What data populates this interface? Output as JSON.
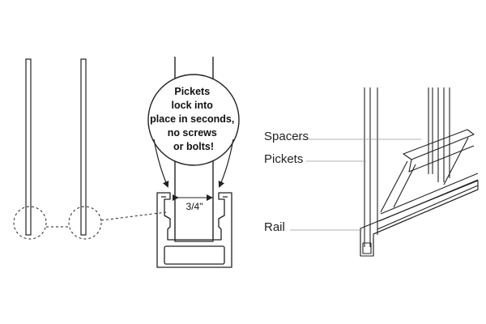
{
  "callout": {
    "lines": [
      "Pickets",
      "lock into",
      "place in seconds,",
      "no screws",
      "or bolts!"
    ]
  },
  "dimension": {
    "label": "3/4\""
  },
  "labels": {
    "spacers": "Spacers",
    "pickets": "Pickets",
    "rail": "Rail"
  },
  "colors": {
    "line": "#222222",
    "leader": "#9a9a9a",
    "background": "#ffffff"
  }
}
